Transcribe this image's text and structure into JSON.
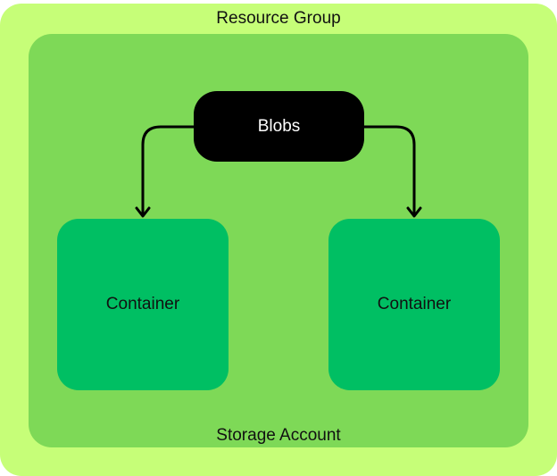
{
  "colors": {
    "resource_group": "#c6fe78",
    "storage_account": "#7ed957",
    "blobs": "#000000",
    "container": "#00bf63",
    "arrow": "#000000"
  },
  "resource_group": {
    "label": "Resource Group"
  },
  "storage_account": {
    "label": "Storage Account"
  },
  "blobs": {
    "label": "Blobs"
  },
  "containers": [
    {
      "label": "Container"
    },
    {
      "label": "Container"
    }
  ]
}
